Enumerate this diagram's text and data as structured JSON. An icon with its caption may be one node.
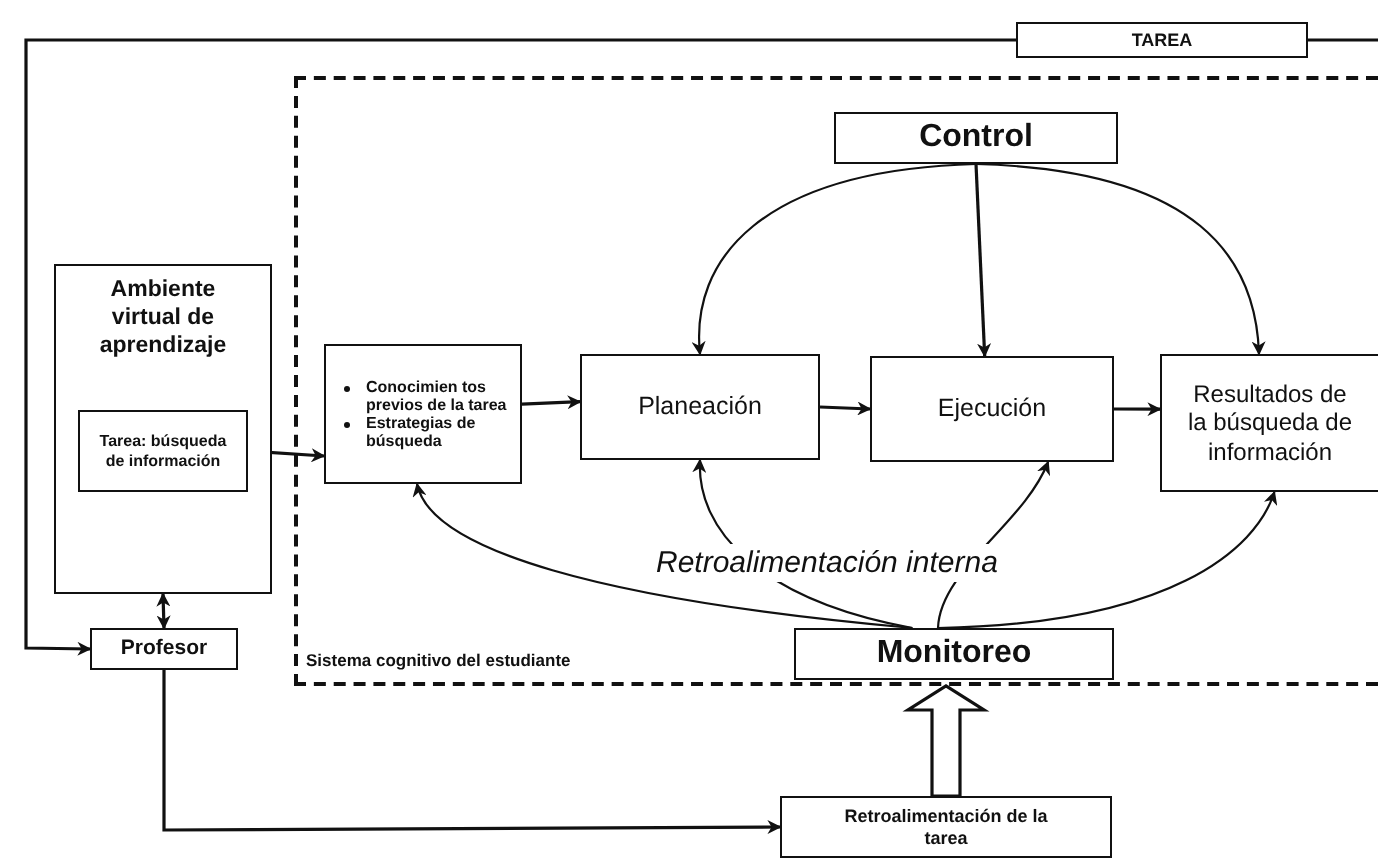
{
  "diagram": {
    "nodes": [
      {
        "text": [
          "TAREA"
        ]
      },
      {
        "text": [
          "Sistema cognitivo del estudiante"
        ]
      },
      {
        "text": [
          "Control"
        ],
        "in": 1
      },
      {
        "text": [
          "Ambiente virtual de aprendizaje"
        ]
      },
      {
        "text": [
          "Tarea: búsqueda de información"
        ],
        "in": 3
      },
      {
        "text": [
          "Conocimien tos previos de la tarea",
          "Estrategias de búsqueda"
        ],
        "in": 1
      },
      {
        "text": [
          "Planeación"
        ],
        "in": 1
      },
      {
        "text": [
          "Ejecución"
        ],
        "in": 1
      },
      {
        "text": [
          "Resultados de la búsqueda de información"
        ],
        "in": 1
      },
      {
        "text": [
          "Monitoreo"
        ],
        "in": 1
      },
      {
        "text": [
          "Profesor"
        ]
      },
      {
        "text": [
          "Retroalimentación de la tarea"
        ]
      }
    ],
    "edges": [
      {
        "from": 0,
        "to": 10,
        "arrow": "to"
      },
      {
        "from": 0,
        "to": null,
        "arrow": "none"
      },
      {
        "from": 2,
        "to": 6,
        "arrow": "to"
      },
      {
        "from": 2,
        "to": 7,
        "arrow": "to"
      },
      {
        "from": 2,
        "to": 8,
        "arrow": "to"
      },
      {
        "from": 4,
        "to": 5,
        "arrow": "to"
      },
      {
        "from": 5,
        "to": 6,
        "arrow": "to"
      },
      {
        "from": 6,
        "to": 7,
        "arrow": "to"
      },
      {
        "from": 7,
        "to": 8,
        "arrow": "to"
      },
      {
        "from": 3,
        "to": 10,
        "arrow": "both"
      },
      {
        "from": 10,
        "to": 11,
        "arrow": "to"
      },
      {
        "from": 9,
        "to": 5,
        "arrow": "to"
      },
      {
        "from": 9,
        "to": 6,
        "arrow": "to"
      },
      {
        "from": 9,
        "to": 7,
        "arrow": "to"
      },
      {
        "from": 9,
        "to": 8,
        "arrow": "to"
      },
      {
        "from": 11,
        "to": 1,
        "arrow": "to",
        "style": "thick"
      }
    ],
    "labels": [
      "Retroalimentación interna"
    ]
  }
}
